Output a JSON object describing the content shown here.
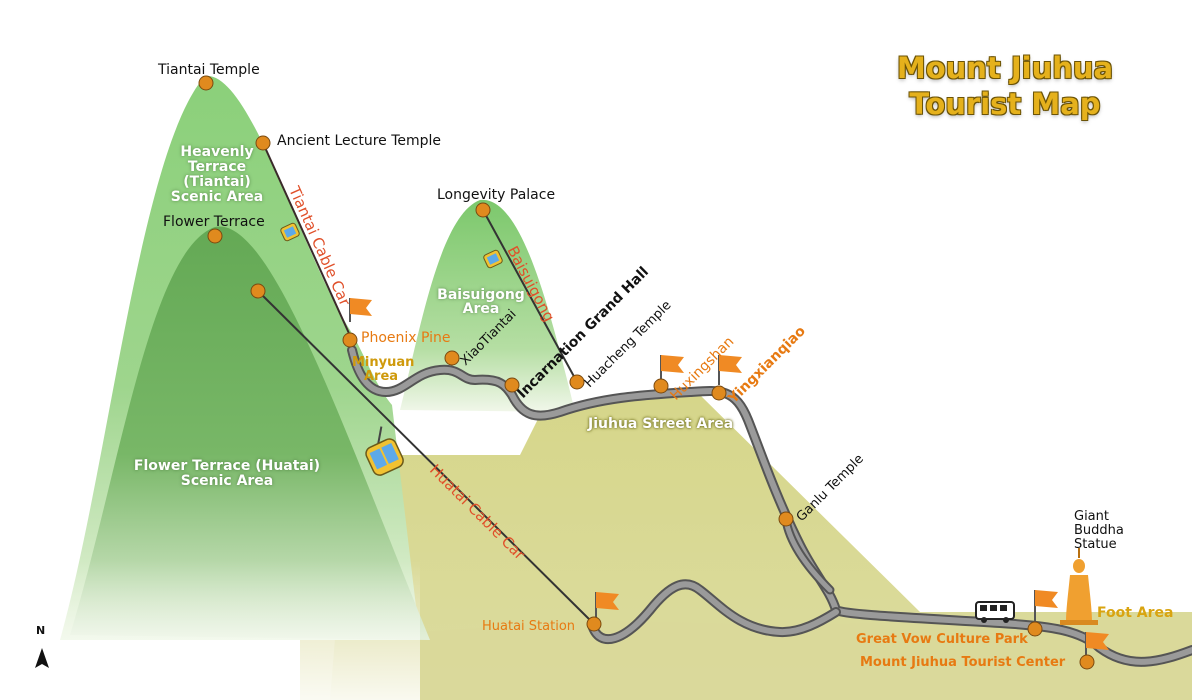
{
  "title": {
    "line1": "Mount Jiuhua",
    "line2": "Tourist Map"
  },
  "compass": {
    "north_label": "N"
  },
  "scenic_areas": {
    "heavenly_terrace": "Heavenly Terrace (Tiantai) Scenic Area",
    "flower_terrace": "Flower Terrace (Huatai) Scenic Area",
    "baisuigong": "Baisuigong Area",
    "minyuan": "Minyuan Area",
    "jiuhua_street": "Jiuhua Street Area",
    "foot": "Foot Area"
  },
  "cable_cars": {
    "tiantai": "Tiantai Cable Car",
    "huatai": "Huatai Cable Car",
    "baisuigong": "Baisuigong"
  },
  "attractions": {
    "tiantai_temple": "Tiantai Temple",
    "ancient_lecture_temple": "Ancient Lecture Temple",
    "flower_terrace": "Flower Terrace",
    "longevity_palace": "Longevity Palace",
    "phoenix_pine": "Phoenix Pine",
    "xiaotiantai": "XiaoTiantai",
    "incarnation_grand_hall": "Incarnation Grand Hall",
    "huacheng_temple": "Huacheng Temple",
    "huxingshan": "Huxingshan",
    "yingxianqiao": "Yingxianqiao",
    "ganlu_temple": "Ganlu Temple",
    "giant_buddha_line1": "Giant",
    "giant_buddha_line2": "Buddha",
    "giant_buddha_line3": "Statue",
    "huatai_station": "Huatai Station",
    "great_vow_culture_park": "Great Vow Culture Park",
    "tourist_center": "Mount Jiuhua Tourist Center"
  },
  "colors": {
    "mountain_green": "#6bb85c",
    "foothill_yellow": "#d3d68a",
    "road_gray": "#8a8a8a",
    "station_orange": "#e08a1e",
    "label_orange": "#e77a12",
    "cable_label_red": "#e0502a",
    "title_gold": "#e5b11c"
  }
}
